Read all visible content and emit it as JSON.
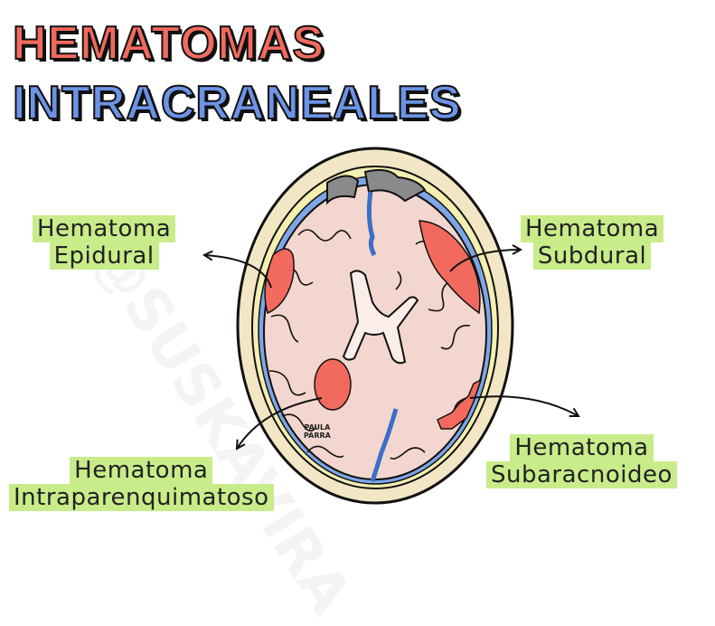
{
  "title": {
    "line1": "HEMATOMAS",
    "line2": "INTRACRANEALES"
  },
  "watermark": "@SUSKAVIRA",
  "labels": {
    "epidural": {
      "line1": "Hematoma",
      "line2": "Epidural"
    },
    "subdural": {
      "line1": "Hematoma",
      "line2": "Subdural"
    },
    "intraparenquimatoso": {
      "line1": "Hematoma",
      "line2": "Intraparenquimatoso"
    },
    "subaracnoideo": {
      "line1": "Hematoma",
      "line2": "Subaracnoideo"
    }
  },
  "signature": {
    "line1": "PAULA",
    "line2": "PARRA"
  },
  "colors": {
    "title_red": "#f26a5e",
    "title_blue": "#6c93e6",
    "label_highlight": "#c9ec8a",
    "bone": "#f2e6c4",
    "dura_yellow": "#f4efb0",
    "brain": "#f3d6cf",
    "csf_blue": "#5f8fd8",
    "hematoma_red": "#f26a5e"
  }
}
